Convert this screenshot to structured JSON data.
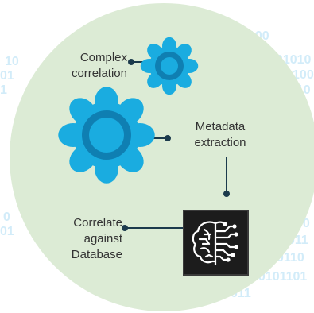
{
  "colors": {
    "circle": "#dcebd5",
    "gear": "#1aace0",
    "gear_center": "#0f7fb2",
    "binary": "#d2ecf9",
    "connector": "#1b3a4c",
    "chip": "#1c1c1c",
    "chip_border": "#3a3a3a",
    "chip_icon": "#ffffff",
    "label": "#333333"
  },
  "labels": {
    "complex": [
      "Complex",
      "correlation"
    ],
    "metadata": [
      "Metadata",
      "extraction"
    ],
    "database": [
      "Correlate",
      "against",
      "Database"
    ]
  },
  "binary": {
    "left": [
      "10",
      "01",
      "1",
      "0",
      "01"
    ],
    "right": [
      "1101010",
      "1100",
      "010",
      "1",
      "1",
      "10",
      "0",
      "01",
      "00",
      "011",
      "0110",
      "10101101",
      "011"
    ],
    "top": [
      "100"
    ]
  },
  "icons": {
    "small_gear": "gear-icon",
    "large_gear": "gear-icon",
    "chip": "brain-circuit-icon"
  }
}
